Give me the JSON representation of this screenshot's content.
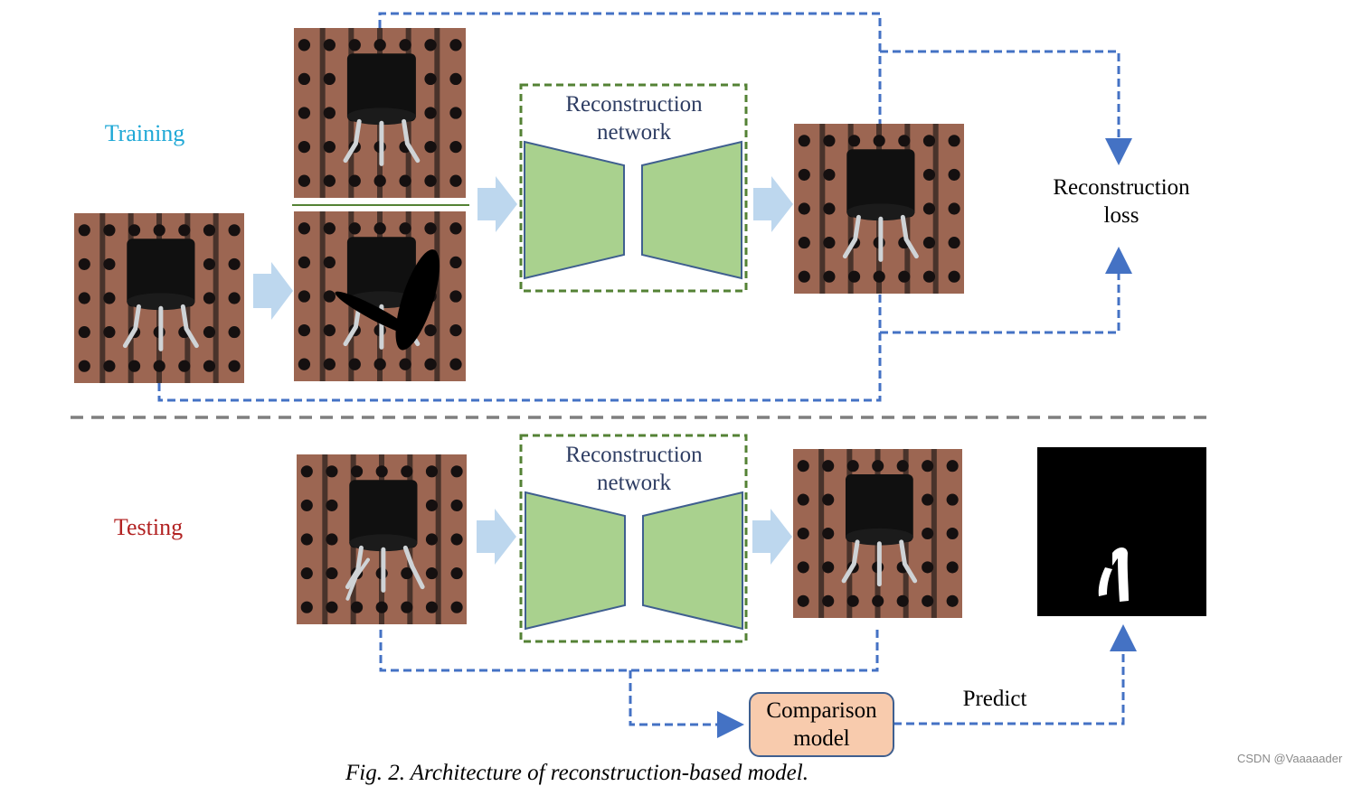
{
  "training": {
    "title": "Training",
    "title_color": "#1fa8d6",
    "network_label_line1": "Reconstruction",
    "network_label_line2": "network",
    "loss_label_line1": "Reconstruction",
    "loss_label_line2": "loss"
  },
  "testing": {
    "title": "Testing",
    "title_color": "#b22222",
    "network_label_line1": "Reconstruction",
    "network_label_line2": "network",
    "comparison_line1": "Comparison",
    "comparison_line2": "model",
    "predict_label": "Predict"
  },
  "caption": "Fig. 2.   Architecture of reconstruction-based model.",
  "watermark": "CSDN @Vaaaaader",
  "colors": {
    "flow_line": "#4472c4",
    "network_border": "#548235",
    "encoder_fill": "#a9d18e",
    "encoder_stroke": "#3f5f8f",
    "arrow_fill": "#bdd7ee",
    "pcb": "#8e5a45",
    "separator": "#7f7f7f"
  }
}
